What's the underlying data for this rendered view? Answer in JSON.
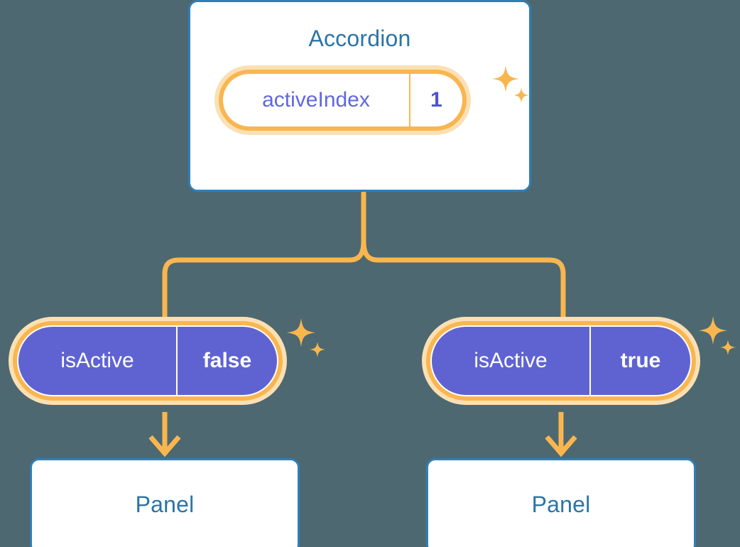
{
  "diagram": {
    "background_color": "#4d6870",
    "accent_orange": "#f9b64f",
    "accent_orange_soft": "#fbe0b4",
    "accent_blue": "#2f7fb8",
    "accent_indigo": "#5f63d2",
    "title_text_color": "#2c74a6"
  },
  "parent": {
    "title": "Accordion",
    "prop": {
      "name": "activeIndex",
      "value": "1"
    }
  },
  "children": [
    {
      "prop": {
        "name": "isActive",
        "value": "false"
      },
      "panel_title": "Panel"
    },
    {
      "prop": {
        "name": "isActive",
        "value": "true"
      },
      "panel_title": "Panel"
    }
  ],
  "icons": {
    "sparkle_large": "sparkle-four-point-icon",
    "sparkle_small": "sparkle-four-point-small-icon",
    "arrow": "arrow-down-icon"
  }
}
